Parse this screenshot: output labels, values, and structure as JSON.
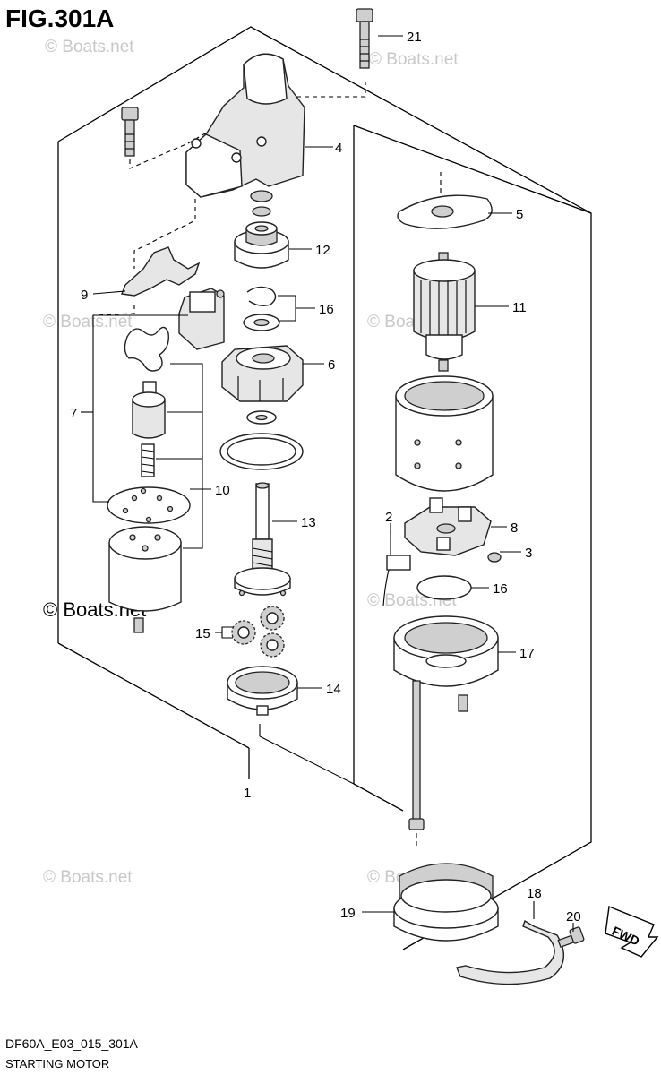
{
  "figure": {
    "title": "FIG.301A",
    "code": "DF60A_E03_015_301A",
    "caption": "STARTING MOTOR",
    "watermark": "© Boats.net",
    "watermark_large": "© Boats.net",
    "fwd_label": "FWD"
  },
  "callouts": {
    "c1": "1",
    "c2": "2",
    "c3": "3",
    "c4": "4",
    "c5": "5",
    "c6": "6",
    "c7": "7",
    "c8": "8",
    "c9": "9",
    "c10": "10",
    "c11": "11",
    "c12": "12",
    "c13": "13",
    "c14": "14",
    "c15": "15",
    "c16a": "16",
    "c16b": "16",
    "c17": "17",
    "c18": "18",
    "c19": "19",
    "c20": "20",
    "c21": "21"
  }
}
